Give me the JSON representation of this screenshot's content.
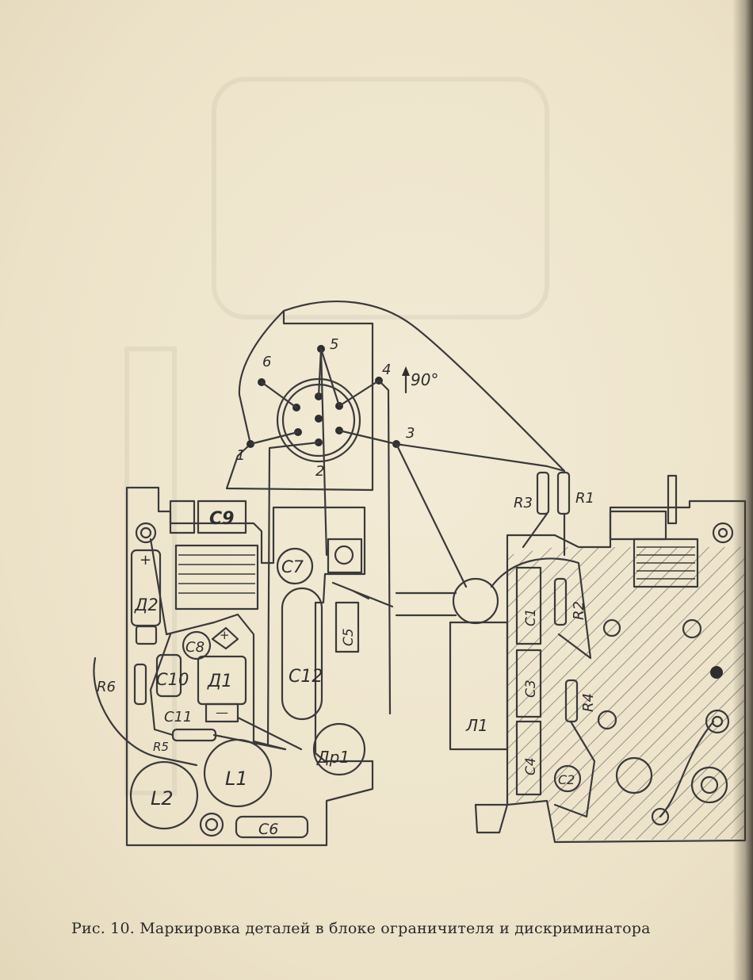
{
  "caption": "Рис. 10. Маркировка деталей в блоке ограничителя и дискриминатора",
  "socket": {
    "pins": [
      "1",
      "2",
      "3",
      "4",
      "5",
      "6"
    ],
    "angle_label": "90°"
  },
  "components": {
    "C9": "C9",
    "C7": "C7",
    "C8": "C8",
    "C10": "C10",
    "C11": "C11",
    "C12": "C12",
    "C5": "C5",
    "C6": "C6",
    "C1": "C1",
    "C2": "C2",
    "C3": "C3",
    "C4": "C4",
    "D1": "Д1",
    "D2": "Д2",
    "Dr1": "Др1",
    "L1": "L1",
    "L2": "L2",
    "Lamp1": "Л1",
    "R1": "R1",
    "R2": "R2",
    "R3": "R3",
    "R4": "R4",
    "R5": "R5",
    "R6": "R6",
    "plus1": "+",
    "plus2": "+",
    "minus1": "—"
  },
  "colors": {
    "paper": "#efe6cf",
    "ink": "#3a3a3a"
  }
}
